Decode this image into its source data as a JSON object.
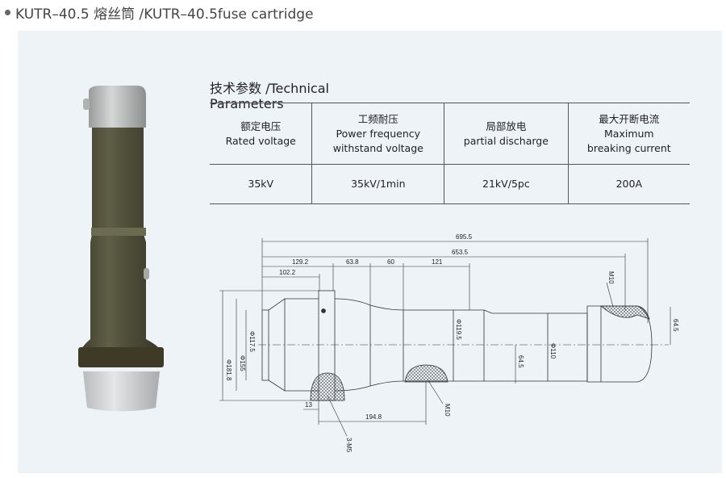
{
  "header": {
    "title": "KUTR–40.5 熔丝筒 /KUTR–40.5fuse cartridge"
  },
  "params": {
    "title_line1": "技术参数 /Technical",
    "title_line2": "Parameters",
    "columns": [
      {
        "cn": "额定电压",
        "en1": "Rated voltage",
        "en2": "",
        "value": "35kV"
      },
      {
        "cn": "工频耐压",
        "en1": "Power frequency",
        "en2": "withstand voltage",
        "value": "35kV/1min"
      },
      {
        "cn": "局部放电",
        "en1": "partial discharge",
        "en2": "",
        "value": "21kV/5pc"
      },
      {
        "cn": "最大开断电流",
        "en1": "Maximum",
        "en2": "breaking current",
        "value": "200A"
      }
    ]
  },
  "drawing": {
    "dims": {
      "overall": "695.5",
      "second": "653.5",
      "d1": "129.2",
      "d2": "63.8",
      "d3": "60",
      "d4": "121",
      "d5": "102.2",
      "dia_flange": "Φ181.8",
      "dia_cone": "Φ155",
      "dia_face": "Φ117.5",
      "dia_body": "Φ119.5",
      "dia_tail": "Φ110",
      "h_center": "64.5",
      "h_right": "64.5",
      "d13": "13",
      "d194": "194.8",
      "thread_bottom": "M10",
      "thread_top": "M10",
      "thread_flange": "3-M5"
    }
  }
}
